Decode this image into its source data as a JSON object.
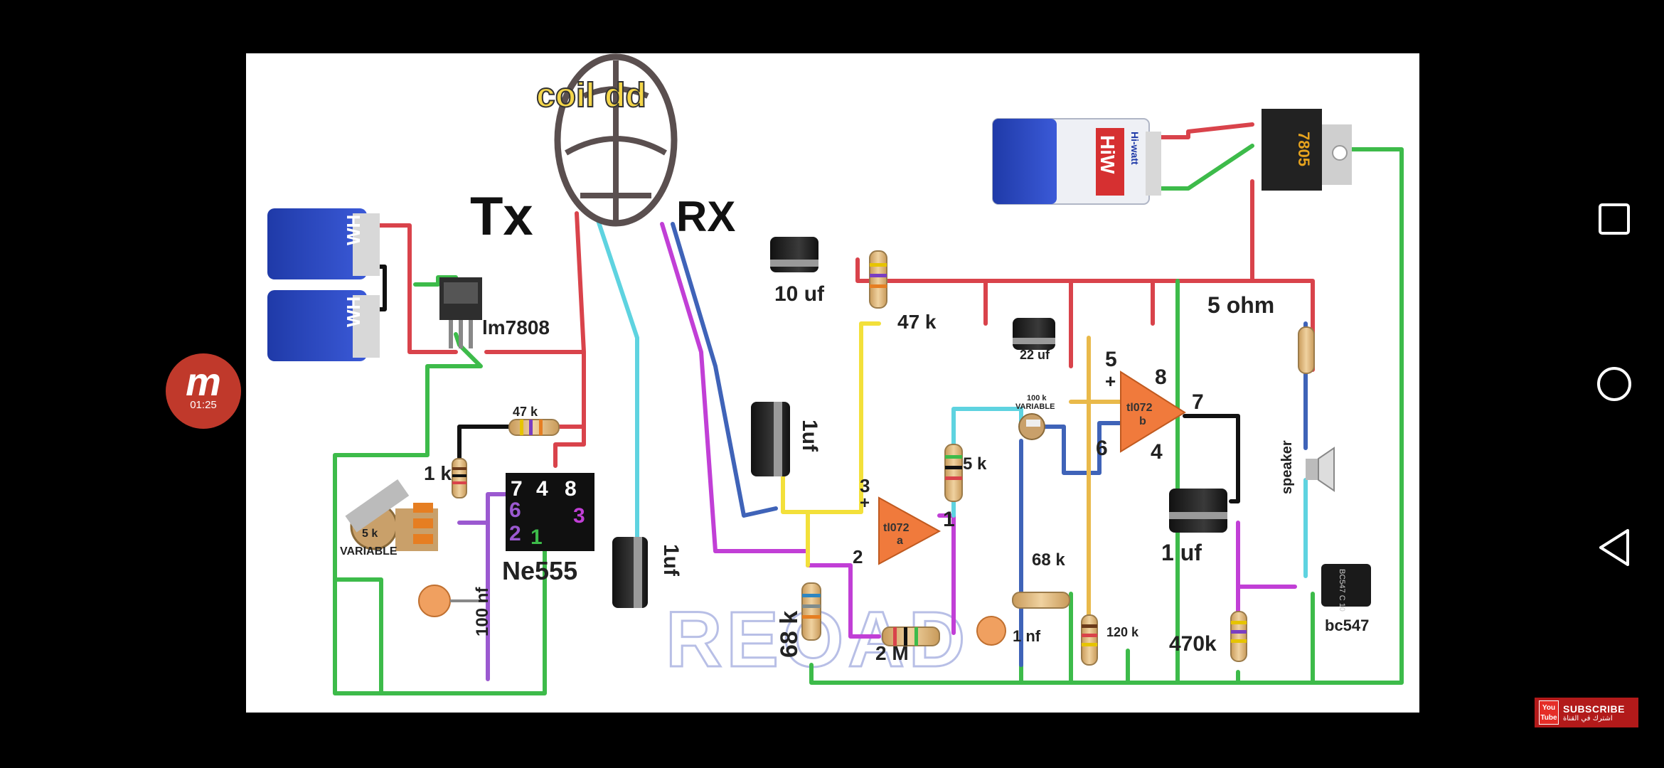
{
  "labels": {
    "coil": "coil dd",
    "tx": "Tx",
    "rx": "RX",
    "lm7808": "lm7808",
    "r47k_left": "47 k",
    "r1k": "1 k",
    "pot5k": "5 k",
    "pot_variable": "VARIABLE",
    "ne555": "Ne555",
    "cap100nf": "100 nf",
    "cap1uf_mid": "1uf",
    "cap10uf": "10 uf",
    "r47k_top": "47 k",
    "cap1uf_left": "1uf",
    "r68k_left": "68 k",
    "r2m": "2 M",
    "r5k": "5 k",
    "cap22uf": "22 uf",
    "pot100k": "100 k",
    "pot100k_variable": "VARIABLE",
    "r68k_right": "68 k",
    "cap1nf": "1 nf",
    "r120k": "120 k",
    "cap1uf_right": "1 uf",
    "r470k": "470k",
    "r5ohm": "5 ohm",
    "speaker": "speaker",
    "bc547": "bc547",
    "regulator_7805": "7805",
    "battery_hiw": "HiW",
    "battery_hiw_sub": "Hi-watt",
    "battery_wh": "WH",
    "opamp_a": "tl072",
    "opamp_a_sub": "a",
    "opamp_b": "tl072",
    "opamp_b_sub": "b",
    "watermark": "REOAD",
    "transistor_mark": "BC547 C 10"
  },
  "pins": {
    "ne555_7": "7",
    "ne555_4": "4",
    "ne555_8": "8",
    "ne555_6": "6",
    "ne555_2": "2",
    "ne555_3": "3",
    "ne555_1": "1",
    "opa_3": "3",
    "opa_2": "2",
    "opa_1": "1",
    "opa_plus": "+",
    "opb_5": "5",
    "opb_8": "8",
    "opb_7": "7",
    "opb_6": "6",
    "opb_4": "4",
    "opb_plus": "+"
  },
  "overlay": {
    "badge_letter": "m",
    "badge_time": "01:25",
    "subscribe": "SUBSCRIBE",
    "subscribe_sub": "اشترك في القناة",
    "yt_you": "You",
    "yt_tube": "Tube"
  },
  "nav": {
    "recent": "square-icon",
    "home": "circle-icon",
    "back": "triangle-back-icon"
  },
  "colors": {
    "wire_red": "#d9434b",
    "wire_green": "#3dbb4a",
    "wire_yellow": "#f3e03a",
    "wire_cyan": "#5ed3e0",
    "wire_magenta": "#c13fd6",
    "wire_blue": "#3f63b8",
    "wire_black": "#111111",
    "opamp": "#f07a3c",
    "ic": "#101010"
  }
}
